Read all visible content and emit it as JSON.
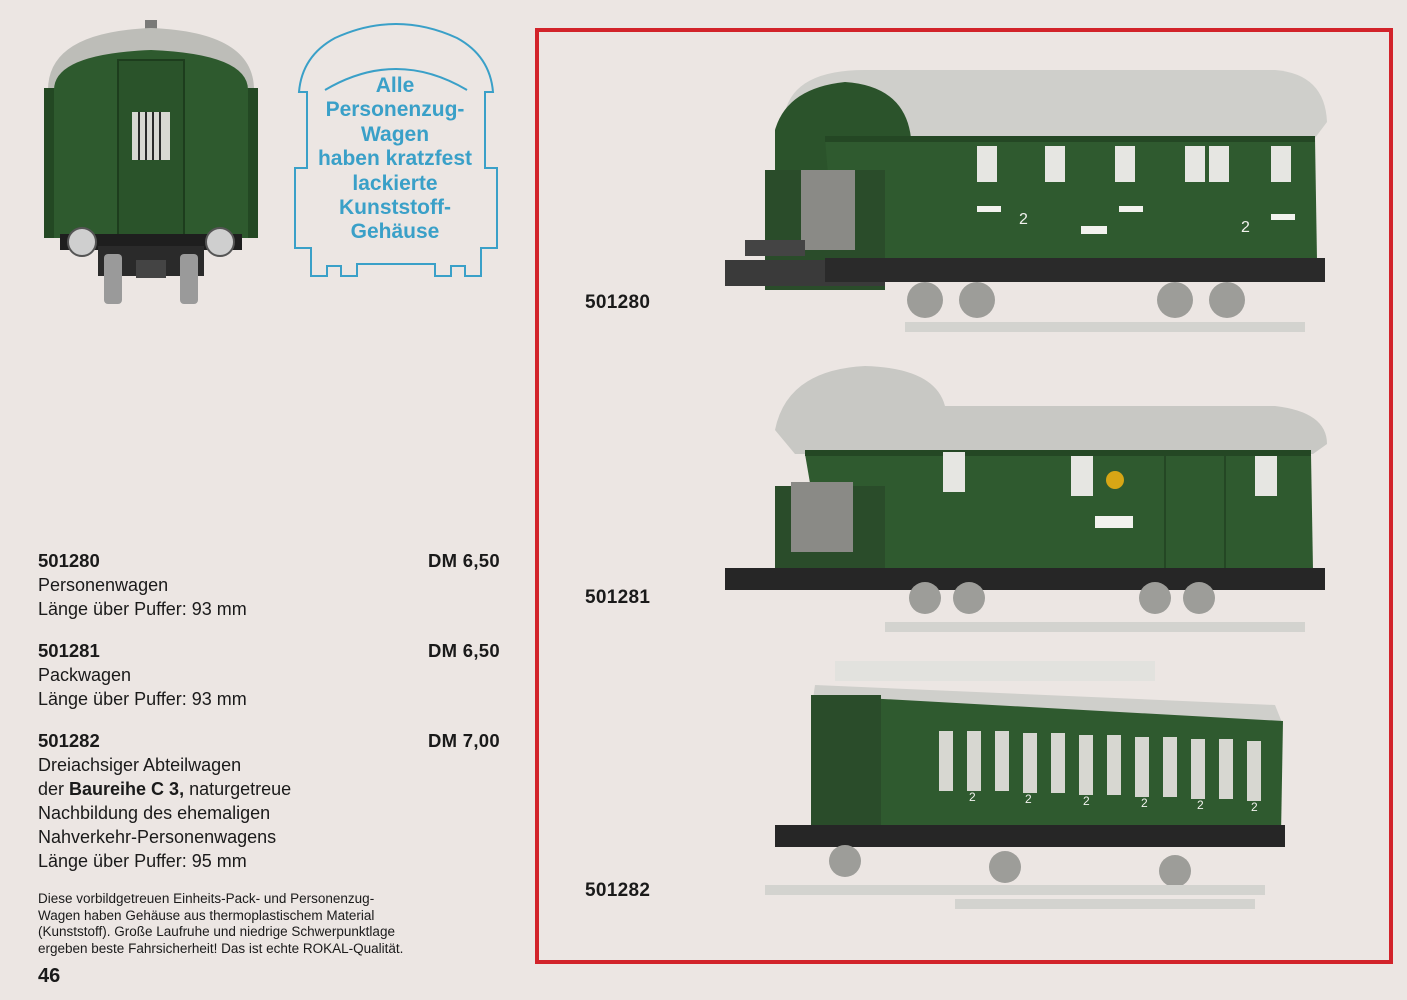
{
  "slogan": {
    "lines": [
      "Alle",
      "Personenzug-",
      "Wagen",
      "haben kratzfest",
      "lackierte",
      "Kunststoff-",
      "Gehäuse"
    ]
  },
  "products": [
    {
      "number": "501280",
      "price": "DM 6,50",
      "lines": [
        "Personenwagen",
        "Länge über Puffer: 93 mm"
      ]
    },
    {
      "number": "501281",
      "price": "DM 6,50",
      "lines": [
        "Packwagen",
        "Länge über Puffer: 93 mm"
      ]
    },
    {
      "number": "501282",
      "price": "DM 7,00",
      "line1": "Dreiachsiger Abteilwagen",
      "line2_pre": "der ",
      "line2_bold": "Baureihe C 3,",
      "line2_post": " naturgetreue",
      "line3": "Nachbildung des ehemaligen",
      "line4": "Nahverkehr-Personenwagens",
      "line5": "Länge über Puffer: 95 mm"
    }
  ],
  "footnote": {
    "lines": [
      "Diese vorbildgetreuen Einheits-Pack- und Personenzug-",
      "Wagen haben Gehäuse aus thermoplastischem Material",
      "(Kunststoff). Große Laufruhe und niedrige Schwerpunktlage",
      "ergeben beste Fahrsicherheit! Das ist echte ROKAL-Qualität."
    ]
  },
  "page_number": "46",
  "panel": {
    "labels": [
      "501280",
      "501281",
      "501282"
    ],
    "car_501280_class_marks": [
      "2",
      "2"
    ],
    "car_501282_class_marks": [
      "2",
      "2",
      "2",
      "2",
      "2",
      "2"
    ]
  },
  "colors": {
    "car_green": "#2f5a2f",
    "roof_grey": "#c9c9c5",
    "frame_red": "#d2232a",
    "slogan_blue": "#3aa0c8"
  }
}
